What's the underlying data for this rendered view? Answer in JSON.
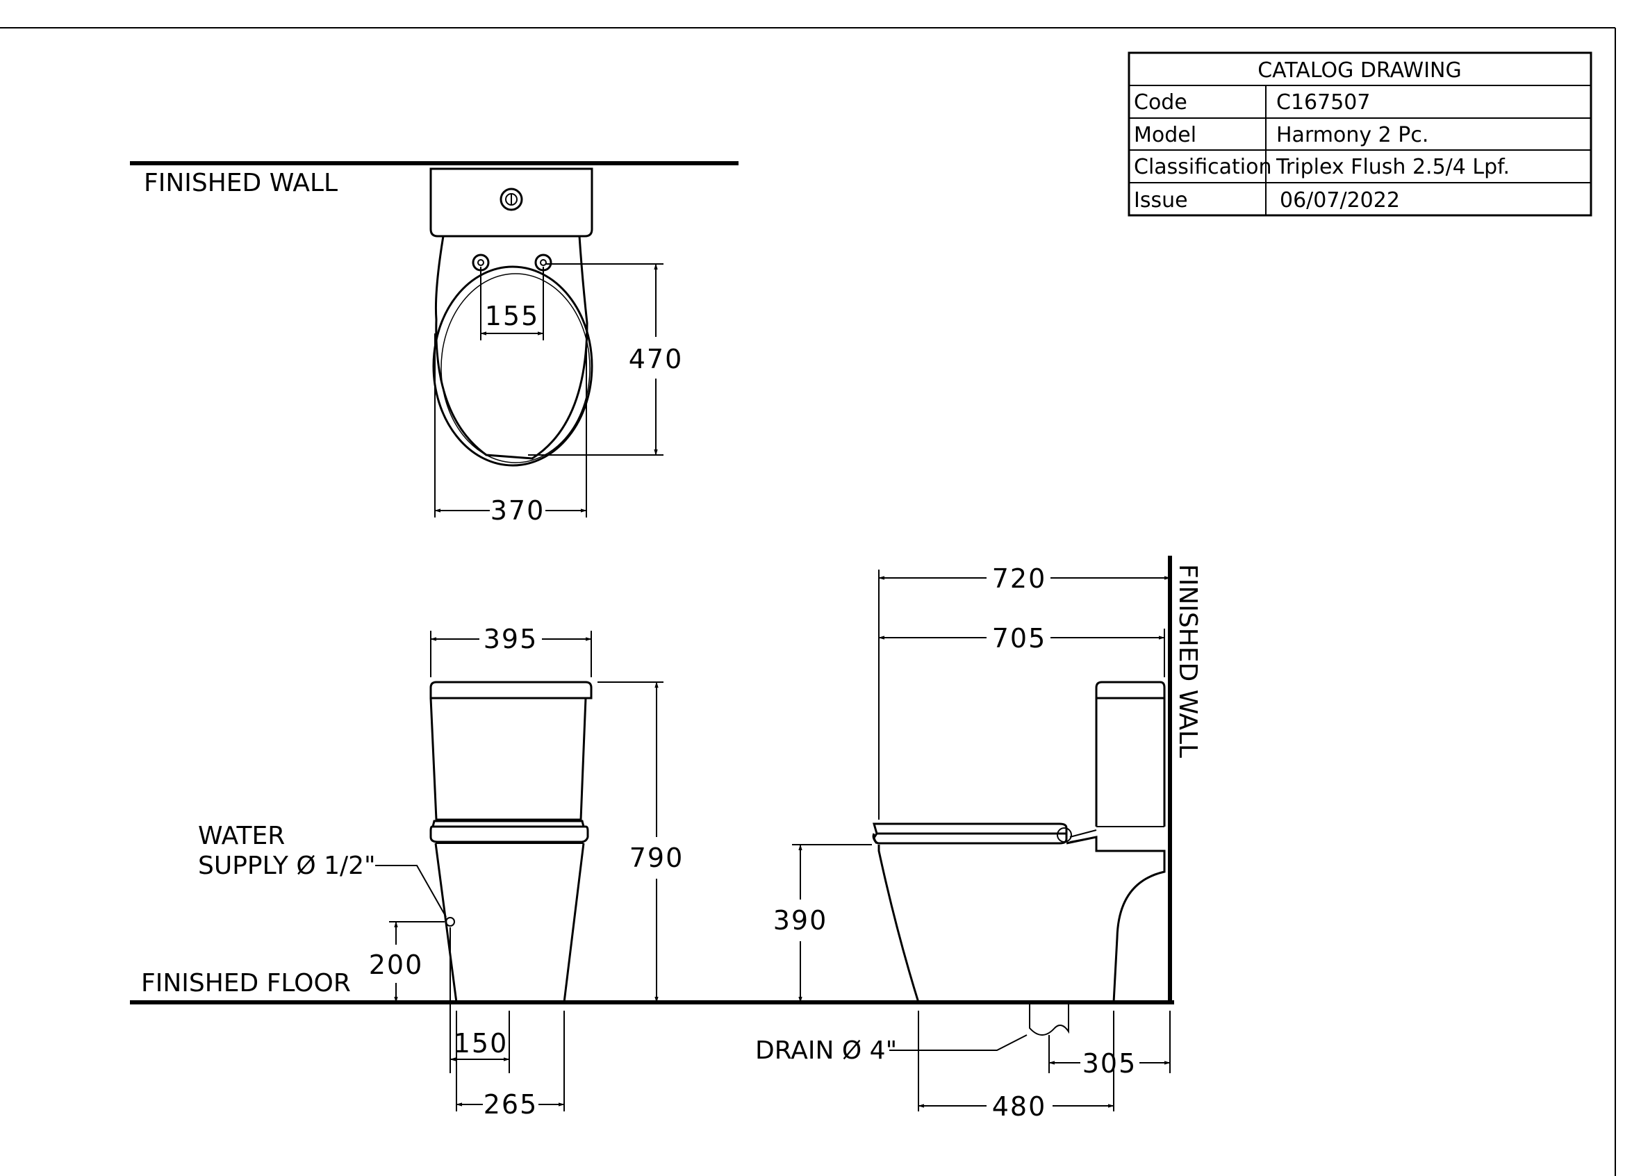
{
  "title_block": {
    "heading": "CATALOG  DRAWING",
    "rows": [
      {
        "label": "Code",
        "value": "C167507"
      },
      {
        "label": "Model",
        "value": "Harmony  2  Pc."
      },
      {
        "label": "Classification",
        "value": "Triplex  Flush  2.5/4  Lpf."
      },
      {
        "label": "Issue",
        "value": "06/07/2022"
      }
    ]
  },
  "labels": {
    "finished_wall_top": "FINISHED WALL",
    "finished_wall_side": "FINISHED WALL",
    "finished_floor": "FINISHED FLOOR",
    "water_line1": "WATER",
    "water_line2": "SUPPLY Ø 1/2\"",
    "drain": "DRAIN Ø 4\""
  },
  "dimensions": {
    "seat_hinge": "155",
    "bowl_length": "470",
    "bowl_width": "370",
    "tank_width": "395",
    "total_height": "790",
    "water_height": "200",
    "base_150": "150",
    "base_265": "265",
    "depth_720": "720",
    "depth_705": "705",
    "seat_height": "390",
    "rough_in": "305",
    "footprint": "480"
  }
}
